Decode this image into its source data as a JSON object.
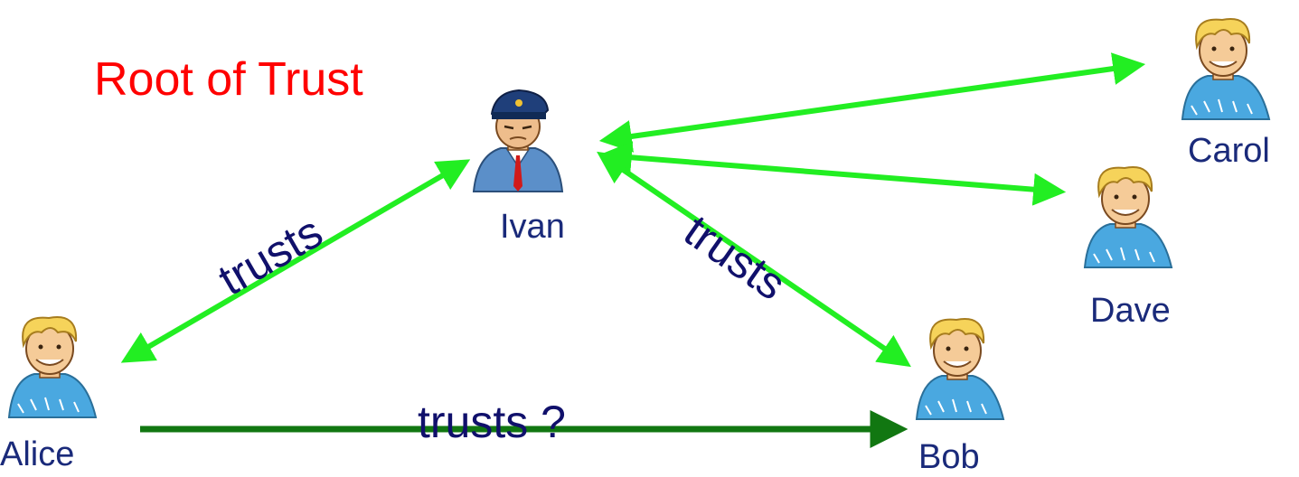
{
  "title": "Root of Trust",
  "colors": {
    "title": "#ff0000",
    "node_label": "#1a2a7a",
    "edge_label": "#10106b",
    "trust_arrow": "#22ee22",
    "inferred_arrow": "#117711"
  },
  "nodes": [
    {
      "id": "ivan",
      "label": "Ivan",
      "icon": "police-officer-icon"
    },
    {
      "id": "carol",
      "label": "Carol",
      "icon": "blond-person-icon"
    },
    {
      "id": "dave",
      "label": "Dave",
      "icon": "blond-person-icon"
    },
    {
      "id": "alice",
      "label": "Alice",
      "icon": "blond-person-icon"
    },
    {
      "id": "bob",
      "label": "Bob",
      "icon": "blond-person-icon"
    }
  ],
  "edges": [
    {
      "from": "ivan",
      "to": "carol",
      "kind": "trust",
      "bidirectional": true,
      "label": ""
    },
    {
      "from": "ivan",
      "to": "dave",
      "kind": "trust",
      "bidirectional": true,
      "label": ""
    },
    {
      "from": "alice",
      "to": "ivan",
      "kind": "trust",
      "bidirectional": true,
      "label": "trusts"
    },
    {
      "from": "ivan",
      "to": "bob",
      "kind": "trust",
      "bidirectional": true,
      "label": "trusts"
    },
    {
      "from": "alice",
      "to": "bob",
      "kind": "inferred",
      "bidirectional": false,
      "label": "trusts ?"
    }
  ]
}
